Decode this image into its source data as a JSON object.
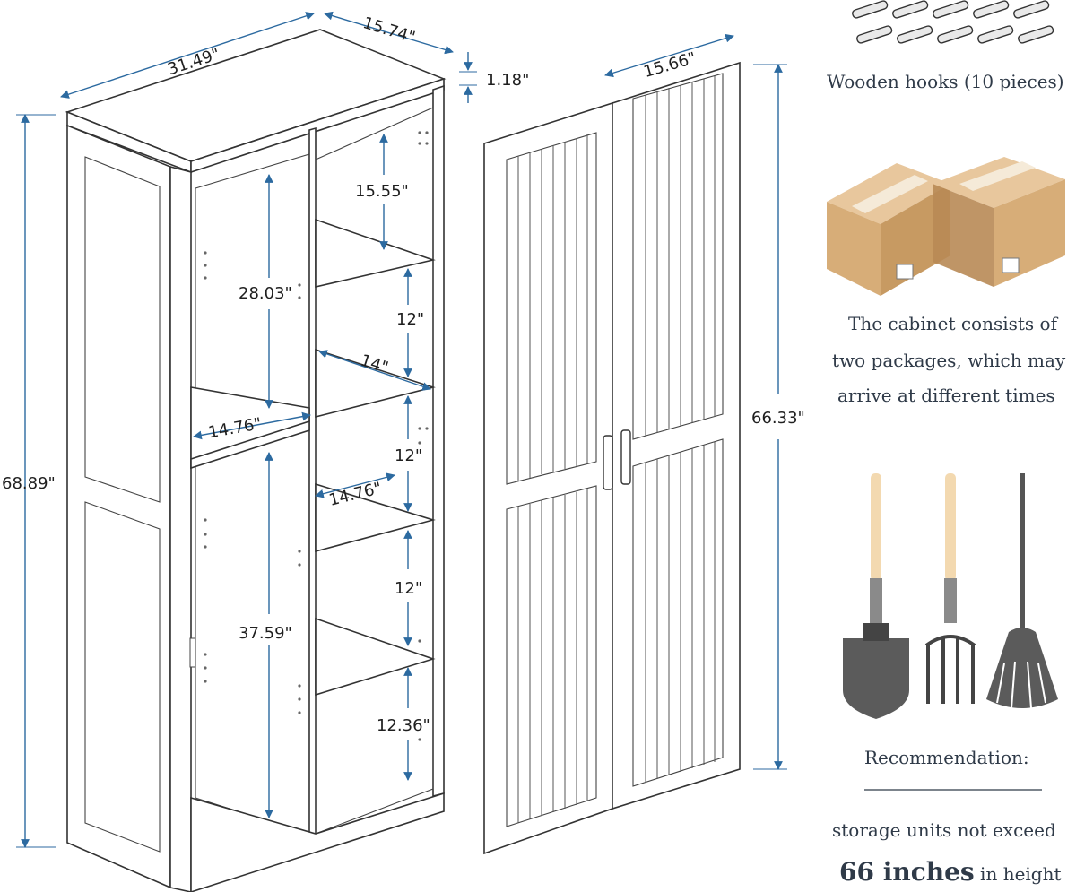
{
  "cabinet_dims": {
    "width": "31.49\"",
    "depth": "15.74\"",
    "top_thickness": "1.18\"",
    "height": "68.89\"",
    "upper_left_height": "28.03\"",
    "top_right_height": "15.55\"",
    "shelf_gap_1": "12\"",
    "shelf_depth_1": "14\"",
    "left_shelf_depth": "14.76\"",
    "shelf_gap_2": "12\"",
    "right_shelf_depth": "14.76\"",
    "shelf_gap_3": "12\"",
    "lower_left_height": "37.59\"",
    "bottom_right_height": "12.36\""
  },
  "door_dims": {
    "width": "15.66\"",
    "height": "66.33\""
  },
  "side_panel": {
    "hooks_label": "Wooden hooks (10 pieces)",
    "package_line_1": "The cabinet consists of",
    "package_line_2": "two packages, which may",
    "package_line_3": "arrive at different times",
    "recommendation_title": "Recommendation:",
    "recommendation_line": "storage units not exceed",
    "recommendation_big": "66 inches",
    "recommendation_tail": " in height"
  },
  "icons": [
    "wooden-hook-icon",
    "cardboard-box-icon",
    "shovel-icon",
    "pitchfork-icon",
    "broom-icon"
  ],
  "colors": {
    "dimension_blue": "#2c6aa0",
    "text_dark": "#2f3a48",
    "box_brown": "#d9b58a",
    "tool_gray": "#5b5b5b",
    "handle_wood": "#f3d9b0"
  }
}
